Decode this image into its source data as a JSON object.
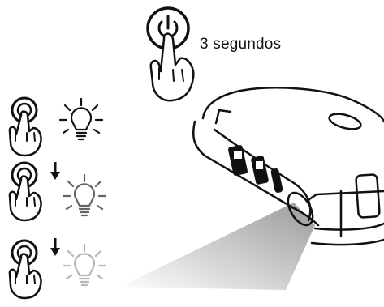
{
  "caption": {
    "hold_duration": "3 segundos"
  },
  "icons": {
    "press_hold": "power-button-press-icon",
    "step_press": "hand-press-icon",
    "next_step": "arrow-down-icon",
    "light_level": "light-bulb-icon",
    "device": "flashlight-device-icon"
  },
  "light_steps": [
    {
      "brightness": 1.0
    },
    {
      "brightness": 0.65
    },
    {
      "brightness": 0.3
    }
  ],
  "colors": {
    "ink": "#111111",
    "beam_dark": "#9a9a9a",
    "beam_light": "#ffffff"
  }
}
